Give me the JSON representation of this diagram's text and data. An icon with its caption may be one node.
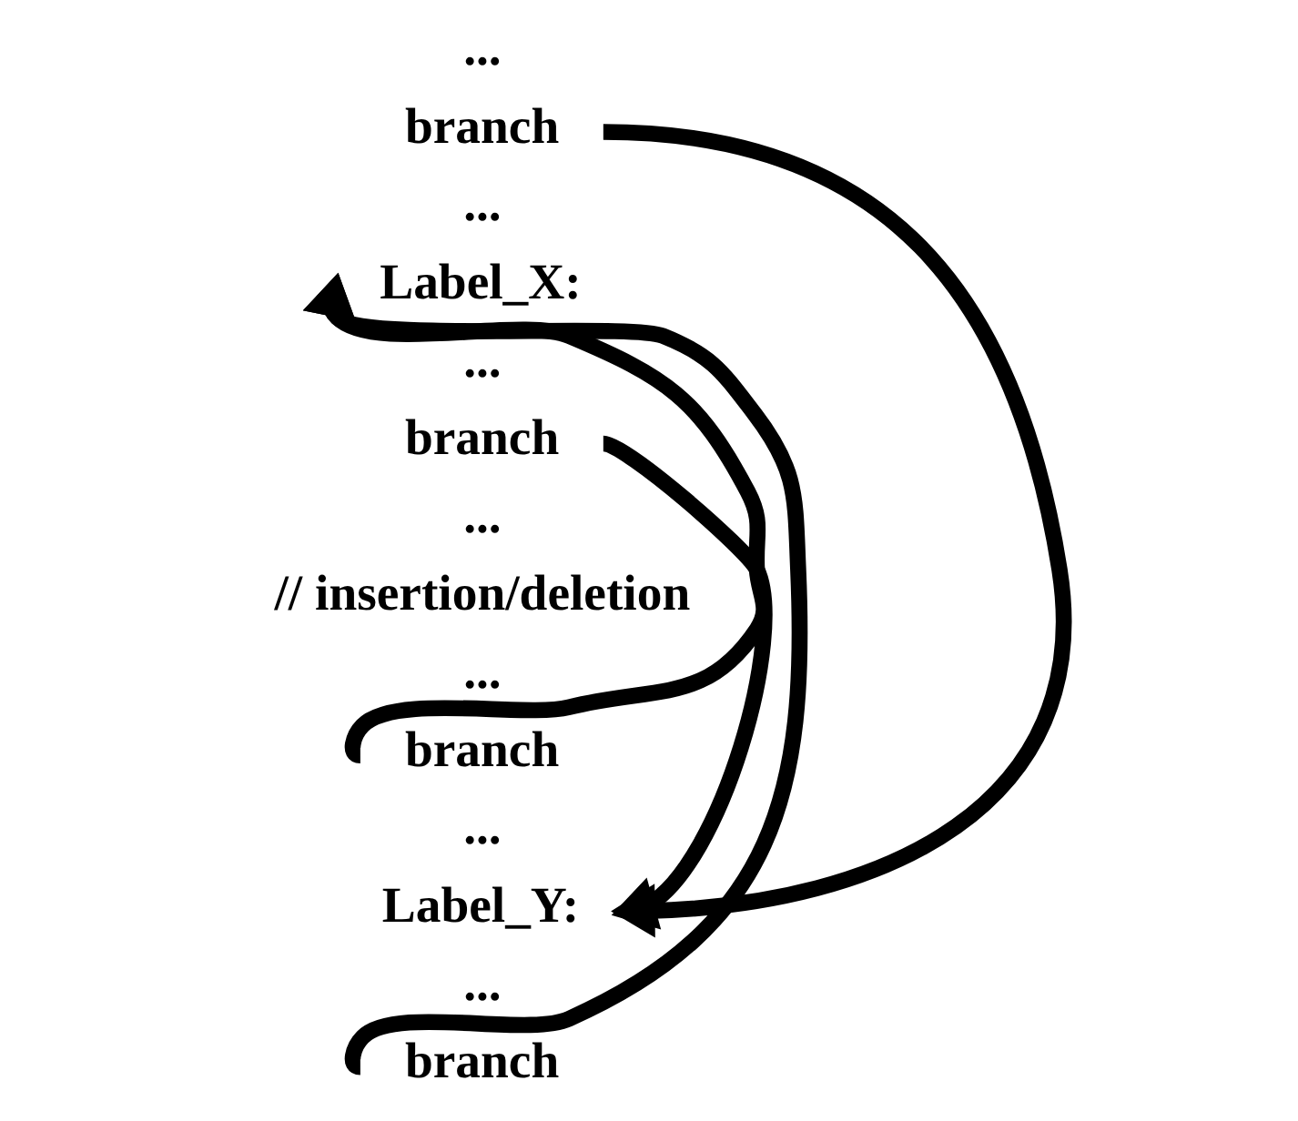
{
  "diagram": {
    "nodes": [
      {
        "text": [
          "branch"
        ]
      },
      {
        "text": [
          "Label_X:"
        ]
      },
      {
        "text": [
          "branch"
        ]
      },
      {
        "text": [
          "branch"
        ]
      },
      {
        "text": [
          "Label_Y:"
        ]
      },
      {
        "text": [
          "branch"
        ]
      }
    ],
    "edges": [
      {
        "from": 0,
        "to": 4,
        "arrow": "to"
      },
      {
        "from": 2,
        "to": 4,
        "arrow": "to"
      },
      {
        "from": 3,
        "to": 1,
        "arrow": "to"
      },
      {
        "from": 5,
        "to": 1,
        "arrow": "to"
      }
    ],
    "labels": [
      "...",
      "...",
      "...",
      "...",
      "// insertion/deletion",
      "...",
      "...",
      "..."
    ]
  }
}
